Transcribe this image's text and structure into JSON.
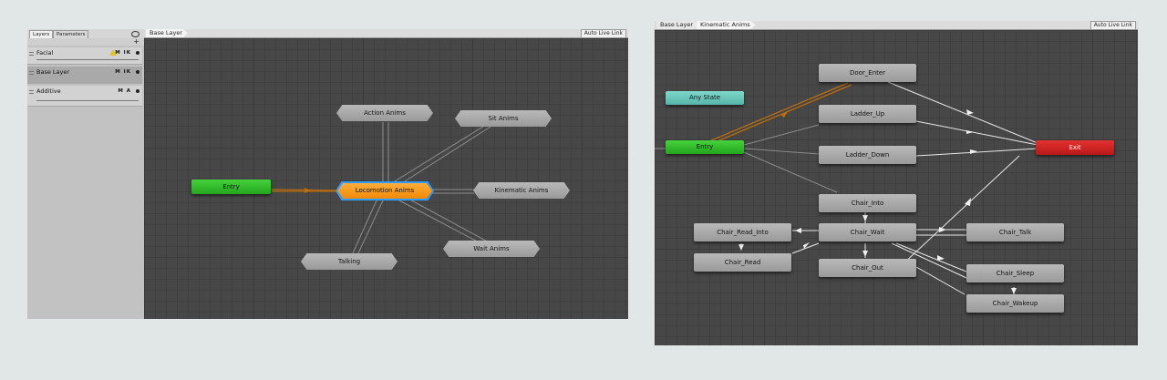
{
  "left_window": {
    "tabs": [
      "Layers",
      "Parameters"
    ],
    "eye_icon": "eye-icon",
    "add_label": "+",
    "layers": [
      {
        "name": "Facial",
        "flags": "M IK",
        "warning": true
      },
      {
        "name": "Base Layer",
        "flags": "M IK",
        "warning": false
      },
      {
        "name": "Additive",
        "flags": "M A",
        "warning": false
      }
    ],
    "breadcrumbs": [
      "Base Layer"
    ],
    "auto_live_link": "Auto Live Link",
    "nodes": {
      "entry": "Entry",
      "action": "Action Anims",
      "sit": "Sit Anims",
      "locomotion": "Locomotion Anims",
      "kinematic": "Kinematic Anims",
      "wait": "Wait Anims",
      "talking": "Talking"
    }
  },
  "right_window": {
    "breadcrumbs": [
      "Base Layer",
      "Kinematic Anims"
    ],
    "auto_live_link": "Auto Live Link",
    "nodes": {
      "any_state": "Any State",
      "entry": "Entry",
      "exit": "Exit",
      "door_enter": "Door_Enter",
      "ladder_up": "Ladder_Up",
      "ladder_down": "Ladder_Down",
      "chair_into": "Chair_Into",
      "chair_wait": "Chair_Wait",
      "chair_out": "Chair_Out",
      "chair_read_into": "Chair_Read_Into",
      "chair_read": "Chair_Read",
      "chair_talk": "Chair_Talk",
      "chair_sleep": "Chair_Sleep",
      "chair_wakeup": "Chair_Wakeup"
    }
  },
  "colors": {
    "entry": "#2fbf2a",
    "exit": "#d42424",
    "any_state": "#6cc8bc",
    "default_state": "#f4960f",
    "state": "#aaaaaa",
    "grid": "#474747"
  }
}
